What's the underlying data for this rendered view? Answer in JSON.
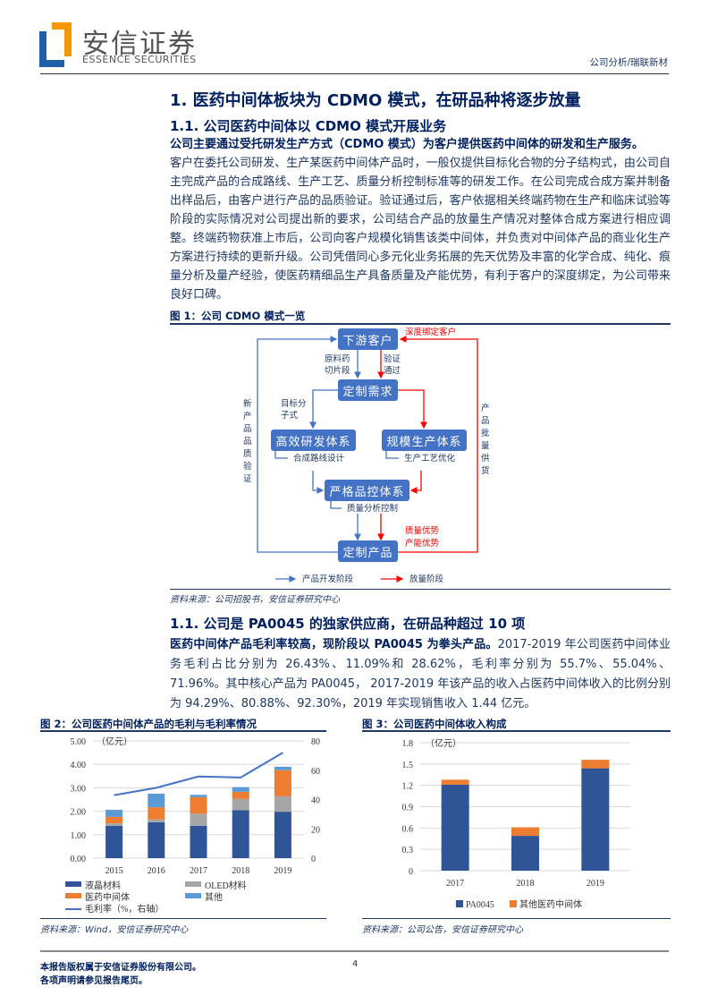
{
  "header": {
    "logo_cn": "安信证券",
    "logo_en": "ESSENCE SECURITIES",
    "report_tag": "公司分析/瑞联新材",
    "brand_colors": {
      "blue": "#1f5fa8",
      "orange": "#f39800"
    }
  },
  "section1": {
    "title": "1. 医药中间体板块为 CDMO 模式，在研品种将逐步放量"
  },
  "section1_1": {
    "title": "1.1. 公司医药中间体以 CDMO 模式开展业务",
    "lead": "公司主要通过受托研发生产方式（CDMO 模式）为客户提供医药中间体的研发和生产服务。",
    "body": "客户在委托公司研发、生产某医药中间体产品时，一般仅提供目标化合物的分子结构式，由公司自主完成产品的合成路线、生产工艺、质量分析控制标准等的研发工作。在公司完成合成方案并制备出样品后，由客户进行产品的品质验证。验证通过后，客户依据相关终端药物在生产和临床试验等阶段的实际情况对公司提出新的要求，公司结合产品的放量生产情况对整体合成方案进行相应调整。终端药物获准上市后，公司向客户规模化销售该类中间体，并负责对中间体产品的商业化生产方案进行持续的更新升级。公司凭借同心多元化业务拓展的先天优势及丰富的化学合成、纯化、痕量分析及量产经验，使医药精细品生产具备质量及产能优势，有利于客户的深度绑定，为公司带来良好口碑。"
  },
  "figure1": {
    "title": "图 1：公司 CDMO 模式一览",
    "boxes": {
      "downstream": "下游客户",
      "demand": "定制需求",
      "rd": "高效研发体系",
      "production": "规模生产体系",
      "qc": "严格品控体系",
      "product": "定制产品"
    },
    "labels": {
      "bind_customer": "深度绑定客户",
      "raw_material": "原料药切片段",
      "verify_pass": "验证通过",
      "target": "目标分子式",
      "route": "合成路线设计",
      "process": "生产工艺优化",
      "quality": "质量分析控制",
      "advantage1": "质量优势",
      "advantage2": "产能优势",
      "left_loop": "新产品品质验证",
      "right_loop": "产品批量供货"
    },
    "legend": {
      "dev": "产品开发阶段",
      "scale": "放量阶段"
    },
    "colors": {
      "dev": "#4472c4",
      "scale": "#ff0000"
    },
    "source": "资料来源：公司招股书，安信证券研究中心"
  },
  "section1_2": {
    "title": "1.1. 公司是 PA0045 的独家供应商，在研品种超过 10 项",
    "lead": "医药中间体产品毛利率较高，现阶段以 PA0045 为拳头产品。",
    "body": "2017-2019 年公司医药中间体业务毛利占比分别为 26.43%、11.09%和 28.62%，毛利率分别为 55.7%、55.04%、71.96%。其中核心产品为 PA0045， 2017-2019 年该产品的收入占医药中间体收入的比例分别为 94.29%、80.88%、92.30%，2019 年实现销售收入 1.44 亿元。"
  },
  "chart_data": [
    {
      "type": "bar",
      "stacked": true,
      "title": "图 2：公司医药中间体产品的毛利与毛利率情况",
      "unit_label": "（亿元）",
      "categories": [
        "2015",
        "2016",
        "2017",
        "2018",
        "2019"
      ],
      "ylim": [
        0,
        5
      ],
      "yticks": [
        "0.00",
        "1.00",
        "2.00",
        "3.00",
        "4.00",
        "5.00"
      ],
      "y2lim": [
        0,
        80
      ],
      "y2ticks": [
        "0",
        "20",
        "40",
        "60",
        "80"
      ],
      "grid": true,
      "legend_position": "bottom",
      "series": [
        {
          "name": "液晶材料",
          "color": "#2f5597",
          "values": [
            1.38,
            1.53,
            1.38,
            2.05,
            1.98
          ]
        },
        {
          "name": "OLED材料",
          "color": "#a5a5a5",
          "values": [
            0.1,
            0.12,
            0.52,
            0.48,
            0.66
          ]
        },
        {
          "name": "医药中间体",
          "color": "#ed7d31",
          "values": [
            0.28,
            0.52,
            0.7,
            0.3,
            1.11
          ]
        },
        {
          "name": "其他",
          "color": "#5b9bd5",
          "values": [
            0.3,
            0.58,
            0.1,
            0.2,
            0.15
          ]
        },
        {
          "name": "毛利率（%，右轴）",
          "type": "line",
          "axis": "right",
          "color": "#4472c4",
          "values": [
            43,
            48,
            55.7,
            55.04,
            71.96
          ]
        }
      ],
      "source": "资料来源：Wind，安信证券研究中心"
    },
    {
      "type": "bar",
      "stacked": true,
      "title": "图 3：公司医药中间体收入构成",
      "unit_label": "（亿元）",
      "categories": [
        "2017",
        "2018",
        "2019"
      ],
      "ylim": [
        0,
        1.8
      ],
      "yticks": [
        "0",
        "0.3",
        "0.6",
        "0.9",
        "1.2",
        "1.5",
        "1.8"
      ],
      "grid": true,
      "legend_position": "bottom",
      "series": [
        {
          "name": "PA0045",
          "color": "#2f5597",
          "values": [
            1.21,
            0.49,
            1.44
          ]
        },
        {
          "name": "其他医药中间体",
          "color": "#ed7d31",
          "values": [
            0.07,
            0.12,
            0.12
          ]
        }
      ],
      "source": "资料来源：公司公告，安信证券研究中心"
    }
  ],
  "footer": {
    "line1": "本报告版权属于安信证券股份有限公司。",
    "line2": "各项声明请参见报告尾页。",
    "page": "4"
  }
}
